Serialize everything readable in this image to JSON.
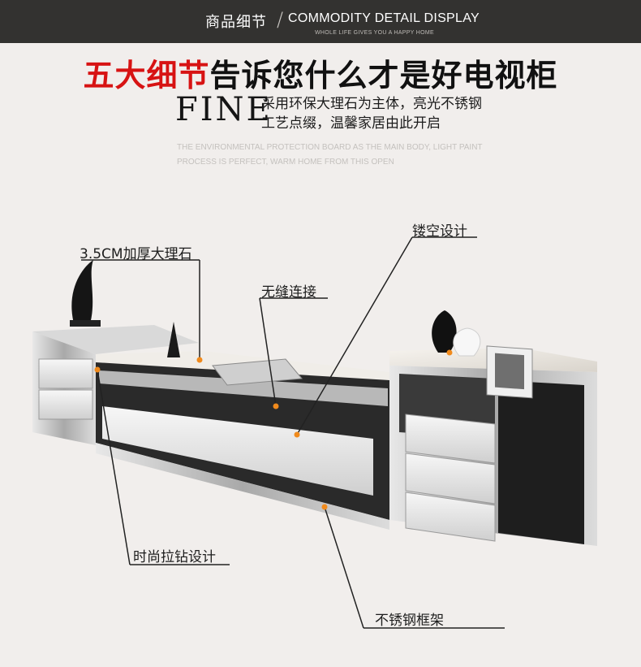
{
  "header": {
    "title_cn": "商品细节",
    "title_en": "COMMODITY DETAIL DISPLAY",
    "subtitle": "WHOLE LIFE GIVES YOU A HAPPY HOME"
  },
  "headline": {
    "highlight": "五大细节",
    "rest": "告诉您什么才是好电视柜",
    "highlight_color": "#d71313"
  },
  "intro": {
    "fine": "FINE",
    "line1": "采用环保大理石为主体，亮光不锈钢",
    "line2": "工艺点缀，温馨家居由此开启",
    "en_line1": "THE ENVIRONMENTAL PROTECTION BOARD AS THE MAIN BODY, LIGHT PAINT",
    "en_line2": "PROCESS IS PERFECT, WARM HOME FROM THIS OPEN"
  },
  "callouts": [
    {
      "id": "marble",
      "label": "3.5CM加厚大理石"
    },
    {
      "id": "seamless",
      "label": "无缝连接"
    },
    {
      "id": "hollow",
      "label": "镂空设计"
    },
    {
      "id": "drill",
      "label": "时尚拉钻设计"
    },
    {
      "id": "frame",
      "label": "不锈钢框架"
    }
  ],
  "accent_dot_color": "#f08a1c"
}
